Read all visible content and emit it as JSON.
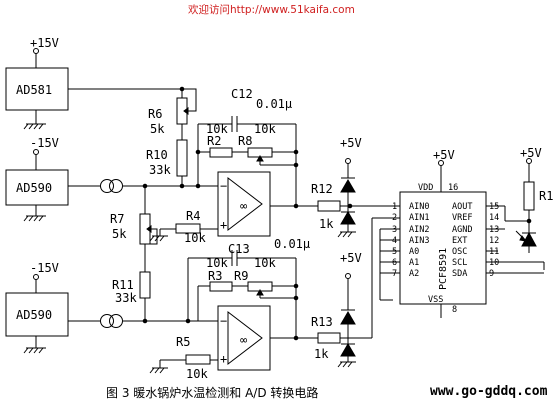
{
  "banner": "欢迎访问http://www.51kaifa.com",
  "footer_url": "www.go-gddq.com",
  "caption": "图 3  暖水锅炉水温检测和 A/D 转换电路",
  "supplies": {
    "top_plus15": "+15V",
    "mid_minus15": "-15V",
    "low_minus15": "-15V",
    "vref_a": "+5V",
    "vref_b": "+5V",
    "vdd_plus5": "+5V",
    "r1_plus5": "+5V"
  },
  "ic_blocks": {
    "ad581": "AD581",
    "ad590_top": "AD590",
    "ad590_bottom": "AD590",
    "pcf8591": "PCF8591"
  },
  "components": {
    "r6": "R6",
    "r6_val": "5k",
    "r10": "R10",
    "r10_val": "33k",
    "c12": "C12",
    "c12_val": "0.01µ",
    "r2": "R2",
    "r2_val": "10k",
    "r8": "R8",
    "r8_val": "10k",
    "r4": "R4",
    "r4_val": "10k",
    "r7": "R7",
    "r7_val": "5k",
    "r11": "R11",
    "r11_val": "33k",
    "c13": "C13",
    "c13_val": "0.01µ",
    "r3": "R3",
    "r3_val": "10k",
    "r9": "R9",
    "r9_val": "10k",
    "r5": "R5",
    "r5_val": "10k",
    "r12": "R12",
    "r12_val": "1k",
    "r13": "R13",
    "r13_val": "1k",
    "r1": "R1"
  },
  "opamp": {
    "inf": "∞",
    "minus": "−",
    "plus": "+"
  },
  "pcf8591_pins": {
    "vdd": "VDD",
    "vdd_num": "16",
    "vss": "VSS",
    "vss_num": "8",
    "left": [
      {
        "num": "1",
        "name": "AIN0"
      },
      {
        "num": "2",
        "name": "AIN1"
      },
      {
        "num": "3",
        "name": "AIN2"
      },
      {
        "num": "4",
        "name": "AIN3"
      },
      {
        "num": "5",
        "name": "A0"
      },
      {
        "num": "6",
        "name": "A1"
      },
      {
        "num": "7",
        "name": "A2"
      }
    ],
    "right": [
      {
        "num": "15",
        "name": "AOUT"
      },
      {
        "num": "14",
        "name": "VREF"
      },
      {
        "num": "13",
        "name": "AGND"
      },
      {
        "num": "12",
        "name": "EXT"
      },
      {
        "num": "11",
        "name": "OSC"
      },
      {
        "num": "10",
        "name": "SCL"
      },
      {
        "num": "9",
        "name": "SDA"
      }
    ]
  }
}
